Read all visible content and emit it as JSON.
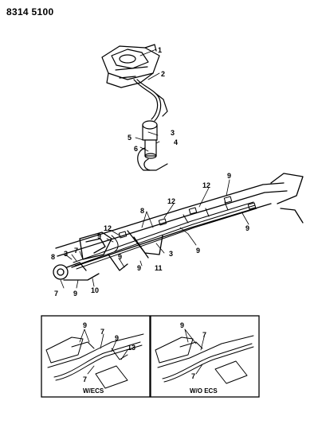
{
  "document_id": "8314 5100",
  "callouts": {
    "c1": "1",
    "c2": "2",
    "c3a": "3",
    "c4": "4",
    "c5": "5",
    "c6": "6",
    "c9a": "9",
    "c12a": "12",
    "c12b": "12",
    "c8a": "8",
    "c9b": "9",
    "c9c": "9",
    "c3b": "3",
    "c11": "11",
    "c12c": "12",
    "c9d": "9",
    "c9e": "9",
    "c9f": "9",
    "c8b": "8",
    "c3c": "3",
    "c7a": "7",
    "c7b": "7",
    "c9g": "9",
    "c10": "10"
  },
  "inset_left": {
    "caption": "W/ECS",
    "callouts": {
      "n9a": "9",
      "n7a": "7",
      "n9b": "9",
      "n13": "13",
      "n7b": "7"
    }
  },
  "inset_right": {
    "caption": "W/O ECS",
    "callouts": {
      "n9": "9",
      "n7a": "7",
      "n7b": "7"
    }
  }
}
